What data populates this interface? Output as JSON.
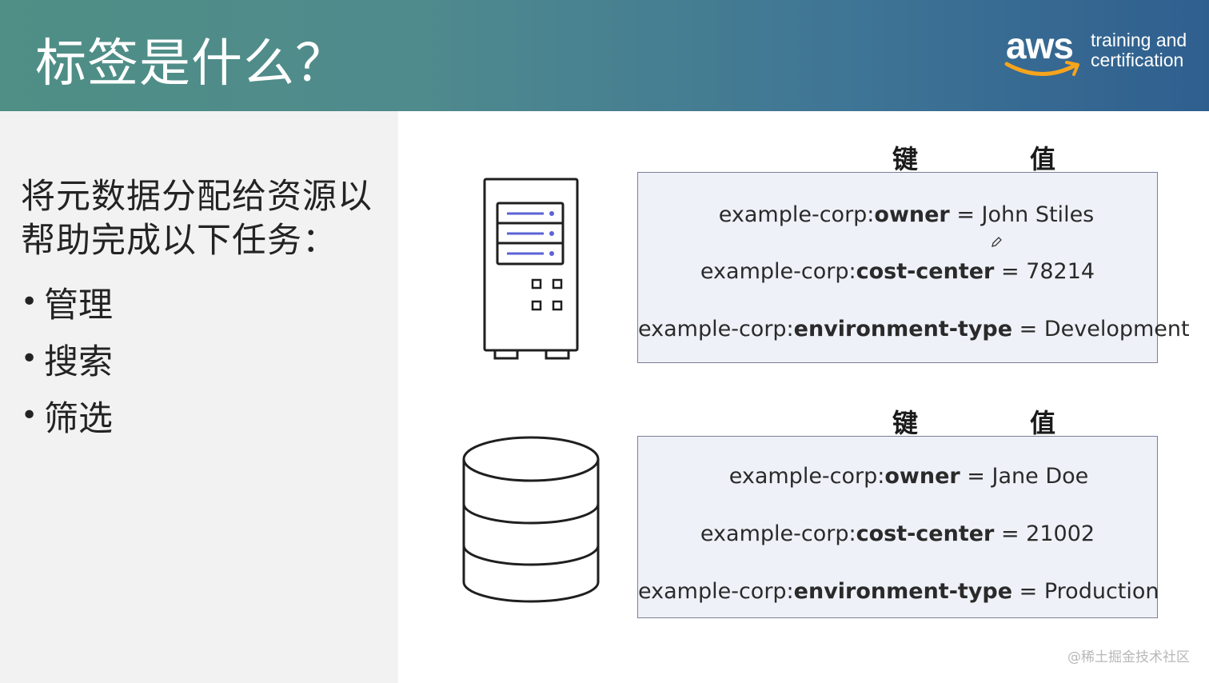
{
  "header": {
    "title": "标签是什么？",
    "logo": {
      "brand": "aws",
      "tagline_line1": "training and",
      "tagline_line2": "certification"
    }
  },
  "left": {
    "intro_line1": "将元数据分配给资源以",
    "intro_line2": "帮助完成以下任务：",
    "bullets": [
      "管理",
      "搜索",
      "筛选"
    ]
  },
  "right": {
    "key_header": "键",
    "value_header": "值",
    "server_tags": [
      {
        "prefix": "example-corp:",
        "key": "owner",
        "eq": " = ",
        "value": "John Stiles"
      },
      {
        "prefix": "example-corp:",
        "key": "cost-center",
        "eq": " = ",
        "value": "78214"
      },
      {
        "prefix": "example-corp:",
        "key": "environment-type",
        "eq": " = ",
        "value": "Development"
      }
    ],
    "database_tags": [
      {
        "prefix": "example-corp:",
        "key": "owner",
        "eq": " = ",
        "value": "Jane Doe"
      },
      {
        "prefix": "example-corp:",
        "key": "cost-center",
        "eq": " = ",
        "value": "21002"
      },
      {
        "prefix": "example-corp:",
        "key": "environment-type",
        "eq": " = ",
        "value": "Production"
      }
    ]
  },
  "icons": {
    "server": "server-icon",
    "database": "database-icon",
    "pencil": "pencil-cursor-icon"
  },
  "colors": {
    "header_start": "#4f8f85",
    "header_end": "#2f5f8f",
    "aws_smile": "#f7a41d",
    "server_accent": "#5b63d6",
    "tag_box_bg": "#eef1f8",
    "tag_box_border": "#7c7f99"
  },
  "watermark": "@稀土掘金技术社区"
}
